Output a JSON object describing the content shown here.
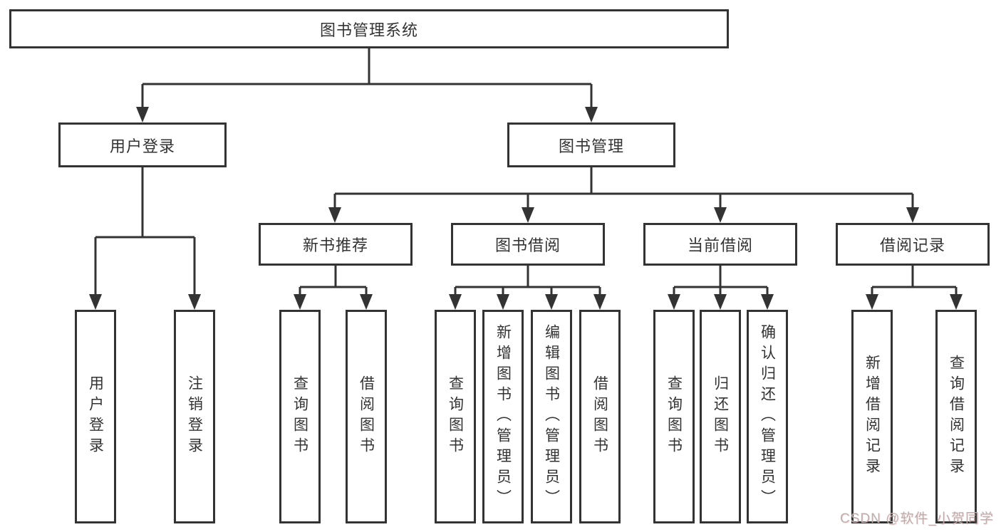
{
  "diagram": {
    "root": {
      "label": "图书管理系统"
    },
    "branches": [
      {
        "label": "用户登录",
        "children": [
          {
            "label": "用户登录"
          },
          {
            "label": "注销登录"
          }
        ]
      },
      {
        "label": "图书管理",
        "groups": [
          {
            "label": "新书推荐",
            "children": [
              {
                "label": "查询图书"
              },
              {
                "label": "借阅图书"
              }
            ]
          },
          {
            "label": "图书借阅",
            "children": [
              {
                "label": "查询图书"
              },
              {
                "label": "新增图书（管理员）"
              },
              {
                "label": "编辑图书（管理员）"
              },
              {
                "label": "借阅图书"
              }
            ]
          },
          {
            "label": "当前借阅",
            "children": [
              {
                "label": "查询图书"
              },
              {
                "label": "归还图书"
              },
              {
                "label": "确认归还（管理员）"
              }
            ]
          },
          {
            "label": "借阅记录",
            "children": [
              {
                "label": "新增借阅记录"
              },
              {
                "label": "查询借阅记录"
              }
            ]
          }
        ]
      }
    ],
    "watermark": "CSDN @软件_小贺同学",
    "colors": {
      "line": "#333333",
      "text": "#333333",
      "background": "#ffffff",
      "watermark": "#b9b0b0"
    }
  }
}
